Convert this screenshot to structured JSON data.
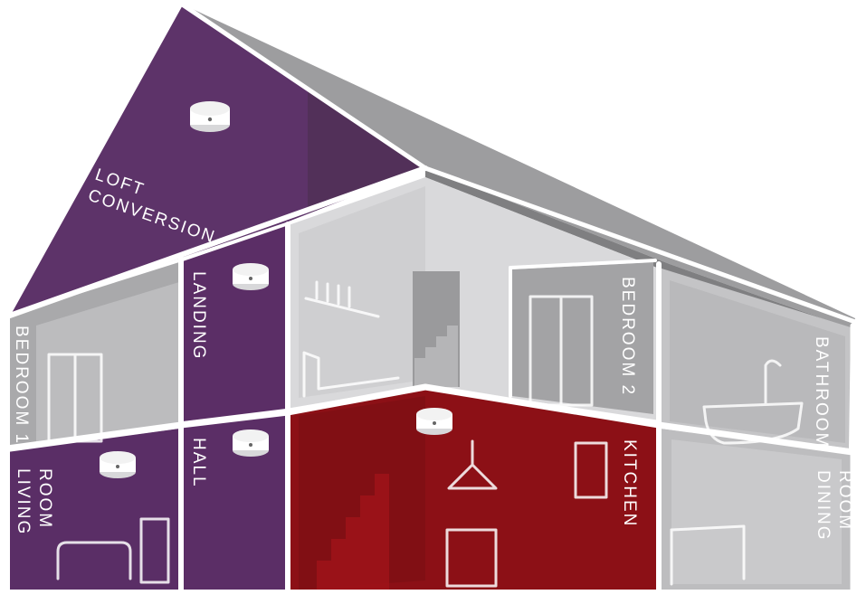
{
  "diagram": {
    "rooms": [
      {
        "id": "loft-conversion",
        "lines": [
          "LOFT",
          "CONVERSION"
        ],
        "color": "#5d3369"
      },
      {
        "id": "landing",
        "lines": [
          "LANDING"
        ],
        "color": "#5b2e66"
      },
      {
        "id": "bedroom-1",
        "lines": [
          "BEDROOM 1"
        ],
        "color": "#a9a9ab"
      },
      {
        "id": "bedroom-2",
        "lines": [
          "BEDROOM 2"
        ],
        "color": "#a3a3a5"
      },
      {
        "id": "bathroom",
        "lines": [
          "BATHROOM"
        ],
        "color": "#b9b9bb"
      },
      {
        "id": "living-room",
        "lines": [
          "LIVING",
          "ROOM"
        ],
        "color": "#5a2e66"
      },
      {
        "id": "hall",
        "lines": [
          "HALL"
        ],
        "color": "#5b2e66"
      },
      {
        "id": "kitchen",
        "lines": [
          "KITCHEN"
        ],
        "color": "#8c1016"
      },
      {
        "id": "dining-room",
        "lines": [
          "DINING",
          "ROOM"
        ],
        "color": "#bdbdbf"
      }
    ],
    "colors": {
      "roof": "#9d9d9f",
      "purple_room": "#5b2e66",
      "kitchen_red": "#8c1016",
      "grey_room": "#c4c4c6",
      "wall_white": "#ffffff"
    },
    "detector_icon": "smoke-detector-icon"
  }
}
